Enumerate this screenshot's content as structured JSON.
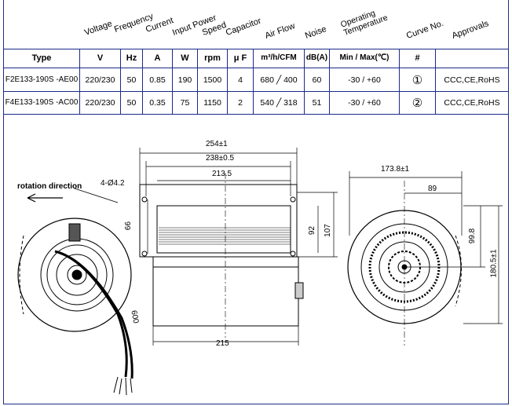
{
  "table": {
    "headers": [
      "Voltage",
      "Frequency",
      "Current",
      "Input Power",
      "Speed",
      "Capacitor",
      "Air Flow",
      "Noise",
      "Operating Temperature",
      "Curve No.",
      "Approvals"
    ],
    "units": [
      "Type",
      "V",
      "Hz",
      "A",
      "W",
      "rpm",
      "μ F",
      "m³/h/CFM",
      "dB(A)",
      "Min / Max(℃)",
      "#",
      ""
    ],
    "rows": [
      {
        "type": "F2E133-190S -AE00",
        "voltage": "220/230",
        "hz": "50",
        "current": "0.85",
        "power": "190",
        "rpm": "1500",
        "cap": "4",
        "airflow": "680 ╱ 400",
        "noise": "60",
        "temp": "-30 / +60",
        "curve": "①",
        "approvals": "CCC,CE,RoHS"
      },
      {
        "type": "F4E133-190S -AC00",
        "voltage": "220/230",
        "hz": "50",
        "current": "0.35",
        "power": "75",
        "rpm": "1150",
        "cap": "2",
        "airflow": "540 ╱ 318",
        "noise": "51",
        "temp": "-30 / +60",
        "curve": "②",
        "approvals": "CCC,CE,RoHS"
      }
    ]
  },
  "drawing": {
    "rotation_label": "rotation direction",
    "holes_label": "4-Ø4.2",
    "dims": {
      "d254": "254±1",
      "d238": "238±0.5",
      "d213": "213.5",
      "d215": "215",
      "d66": "66",
      "d92": "92",
      "d107": "107",
      "d600": "600",
      "d173": "173.8±1",
      "d89": "89",
      "d99": "99.8",
      "d180": "180.5±1"
    }
  }
}
